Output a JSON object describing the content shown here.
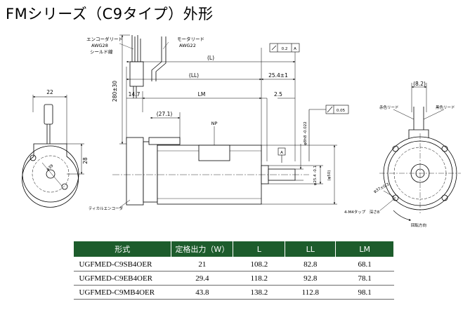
{
  "title": "FMシリーズ（C9タイプ）外形",
  "drawing": {
    "side_view_width": "22",
    "side_view_height": "28",
    "side_view_diameter": "φ39",
    "encoder_lead": "エンコーダリード",
    "encoder_awg": "AWG28",
    "shield_wire": "シールド線",
    "motor_lead": "モータリード",
    "motor_awg": "AWG22",
    "height_280": "280±30",
    "L": "(L)",
    "LL": "(LL)",
    "shaft_length": "25.4±1",
    "dim_14_7": "14.7",
    "LM": "LM",
    "dim_2_5": "2.5",
    "dim_27_1": "(27.1)",
    "NP": "NP",
    "runout": "0.2",
    "datum_a": "A",
    "perpendicularity": "0.05",
    "shaft_diameter": "φ8h8 -0.022",
    "pilot_diameter": "φ25.4 -0.1",
    "body_diameter": "(φ50)",
    "tical_encoder": "ティカルエンコーダ",
    "red_lead": "赤色リード",
    "black_lead": "黒色リード",
    "lead_width": "(8.2)",
    "pcd": "φ37±0.3",
    "mount_holes": "4-M4タップ　深さ8",
    "rotation": "回転方向"
  },
  "table": {
    "headers": [
      "形式",
      "定格出力（W）",
      "L",
      "LL",
      "LM"
    ],
    "rows": [
      [
        "UGFMED-C9SB4OER",
        "21",
        "108.2",
        "82.8",
        "68.1"
      ],
      [
        "UGFMED-C9EB4OER",
        "29.4",
        "118.2",
        "92.8",
        "78.1"
      ],
      [
        "UGFMED-C9MB4OER",
        "43.8",
        "138.2",
        "112.8",
        "98.1"
      ]
    ]
  },
  "colors": {
    "table_header": "#1d5c2c",
    "line": "#000000"
  }
}
